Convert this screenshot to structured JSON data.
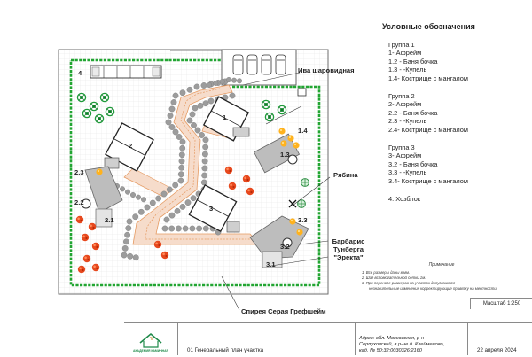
{
  "legend": {
    "title": "Условные обозначения",
    "groups": [
      {
        "name": "Группа 1",
        "items": [
          "1- Афрейм",
          "1.2 - Баня бочка",
          "1.3 - -Купель",
          "1.4- Кострище с мангалом"
        ]
      },
      {
        "name": "Группа 2",
        "items": [
          "2- Афрейм",
          "2.2 - Баня бочка",
          "2.3 - -Купель",
          "2.4- Кострище с мангалом"
        ]
      },
      {
        "name": "Группа 3",
        "items": [
          "3- Афрейм",
          "3.2 - Баня бочка",
          "3.3 - -Купель",
          "3.4- Кострище с мангалом"
        ]
      }
    ],
    "extra": "4. Хозблок"
  },
  "plants": {
    "willow": "Ива шаровидная",
    "rowan": "Рябина",
    "barberry_line1": "Барбарис",
    "barberry_line2": "Тунберга",
    "barberry_line3": "\"Эректа\"",
    "spirea": "Спирея Серая Грефшейм"
  },
  "buildings": {
    "b1": "1",
    "b2": "2",
    "b3": "3",
    "b4": "4",
    "b13": "1.3",
    "b14": "1.4",
    "b21": "2.1",
    "b22": "2.2",
    "b23": "2.3",
    "b31": "3.1",
    "b32": "3.2",
    "b33": "3.3"
  },
  "notes": {
    "heading": "Примечание",
    "lines": [
      "1. Все размеры даны в мм.",
      "2. Шаг вспомогательной сетки 1м.",
      "3. При переносе размеров на участок допускаются",
      "незначительные изменения корректирующие привязку на местности."
    ]
  },
  "scale": "Масштаб 1:250",
  "titleblock": {
    "logo_text": "АКАДЕМИЯ КАМИННАЯ",
    "drawing_name": "01 Генеральный план участка",
    "address_line1": "Адрес: обл. Московская, р-н",
    "address_line2": "Серпуховский, в р-не д. Клейменово,",
    "address_line3": "кад. № 50:32:0030326:2160",
    "date": "22 апреля 2024"
  },
  "colors": {
    "hedge": "#22a532",
    "paving": "#f6dccb",
    "path_stroke": "#e59a62",
    "stone": "#9c9c9c",
    "deck": "#bdbdbd",
    "red_shrub": "#e7481d",
    "yellow_shrub": "#ffb21e",
    "willow": "#1f9a3a"
  }
}
